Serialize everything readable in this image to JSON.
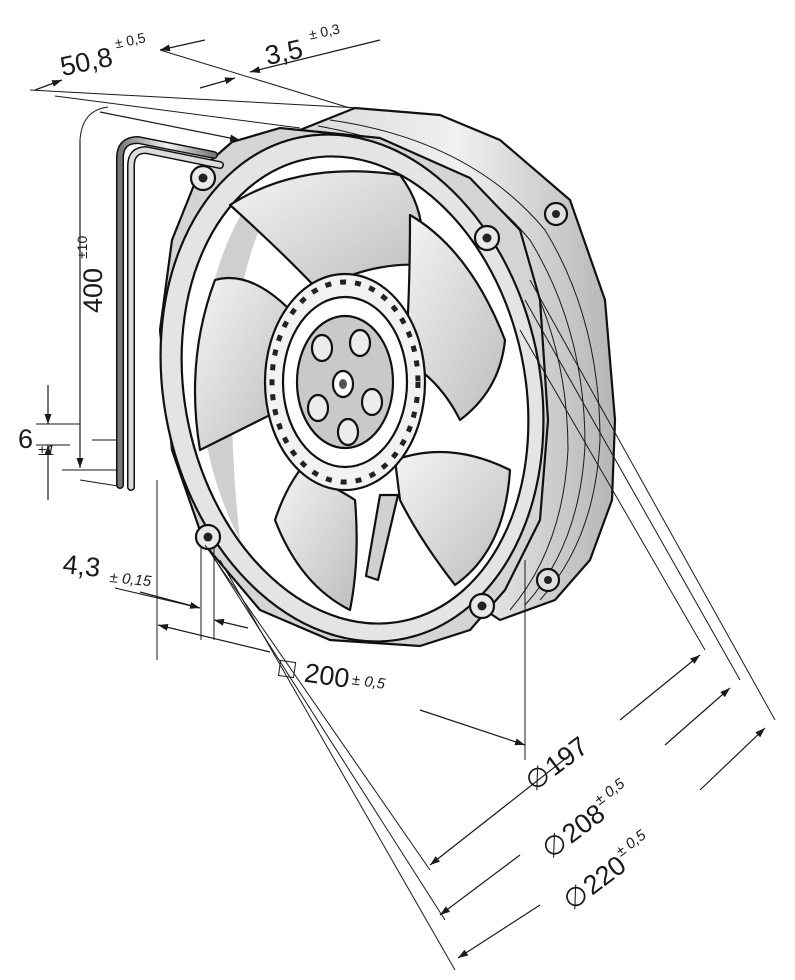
{
  "dimensions": {
    "depth": {
      "value": "50,8",
      "tolerance": "± 0,5"
    },
    "flange": {
      "value": "3,5",
      "tolerance": "± 0,3"
    },
    "lead_length": {
      "value": "400",
      "tolerance": "±10"
    },
    "lead_strip": {
      "value": "6",
      "tolerance": "±1"
    },
    "hole": {
      "value": "4,3",
      "tolerance": "± 0,15"
    },
    "square": {
      "symbol": "□",
      "value": "200",
      "tolerance": "± 0,5"
    },
    "dia_197": {
      "symbol": "∅",
      "value": "197",
      "tolerance": ""
    },
    "dia_208": {
      "symbol": "∅",
      "value": "208",
      "tolerance": "± 0,5"
    },
    "dia_220": {
      "symbol": "∅",
      "value": "220",
      "tolerance": "± 0,5"
    }
  },
  "colors": {
    "line": "#1a1a1a",
    "metal_light": "#e6e6e6",
    "metal_mid": "#c8c8c8",
    "metal_dark": "#9a9a9a",
    "background": "#ffffff"
  }
}
